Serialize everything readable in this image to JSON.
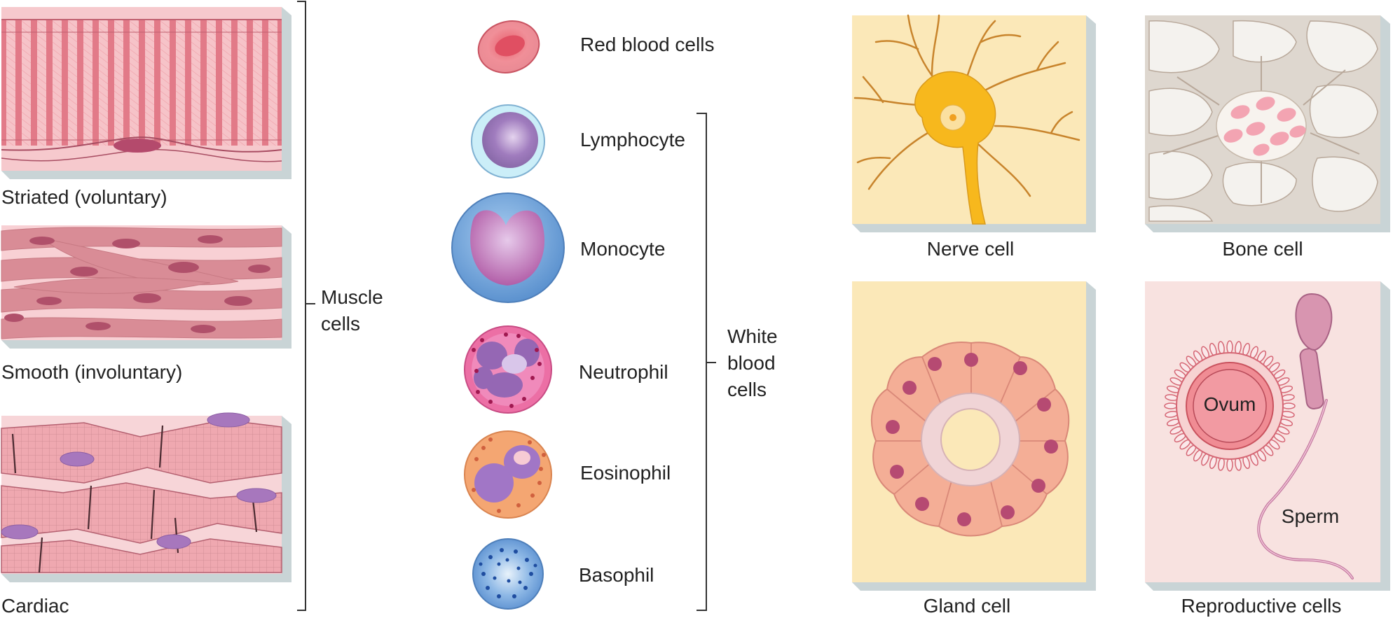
{
  "muscle": {
    "group_label_line1": "Muscle",
    "group_label_line2": "cells",
    "striated_label": "Striated (voluntary)",
    "smooth_label": "Smooth (involuntary)",
    "cardiac_label": "Cardiac"
  },
  "blood": {
    "red_label": "Red blood cells",
    "lymphocyte_label": "Lymphocyte",
    "monocyte_label": "Monocyte",
    "neutrophil_label": "Neutrophil",
    "eosinophil_label": "Eosinophil",
    "basophil_label": "Basophil",
    "white_group_line1": "White",
    "white_group_line2": "blood",
    "white_group_line3": "cells"
  },
  "other": {
    "nerve_label": "Nerve cell",
    "bone_label": "Bone cell",
    "gland_label": "Gland cell",
    "reproductive_label": "Reproductive cells",
    "ovum_label": "Ovum",
    "sperm_label": "Sperm"
  },
  "colors": {
    "muscle_pink": "#f2b8bd",
    "muscle_stripe": "#e0707f",
    "panel_yellow": "#fbe8b8",
    "panel_grey": "#ede9e4",
    "panel_pink": "#f8e2e0",
    "nerve_yellow": "#f7b81d"
  }
}
